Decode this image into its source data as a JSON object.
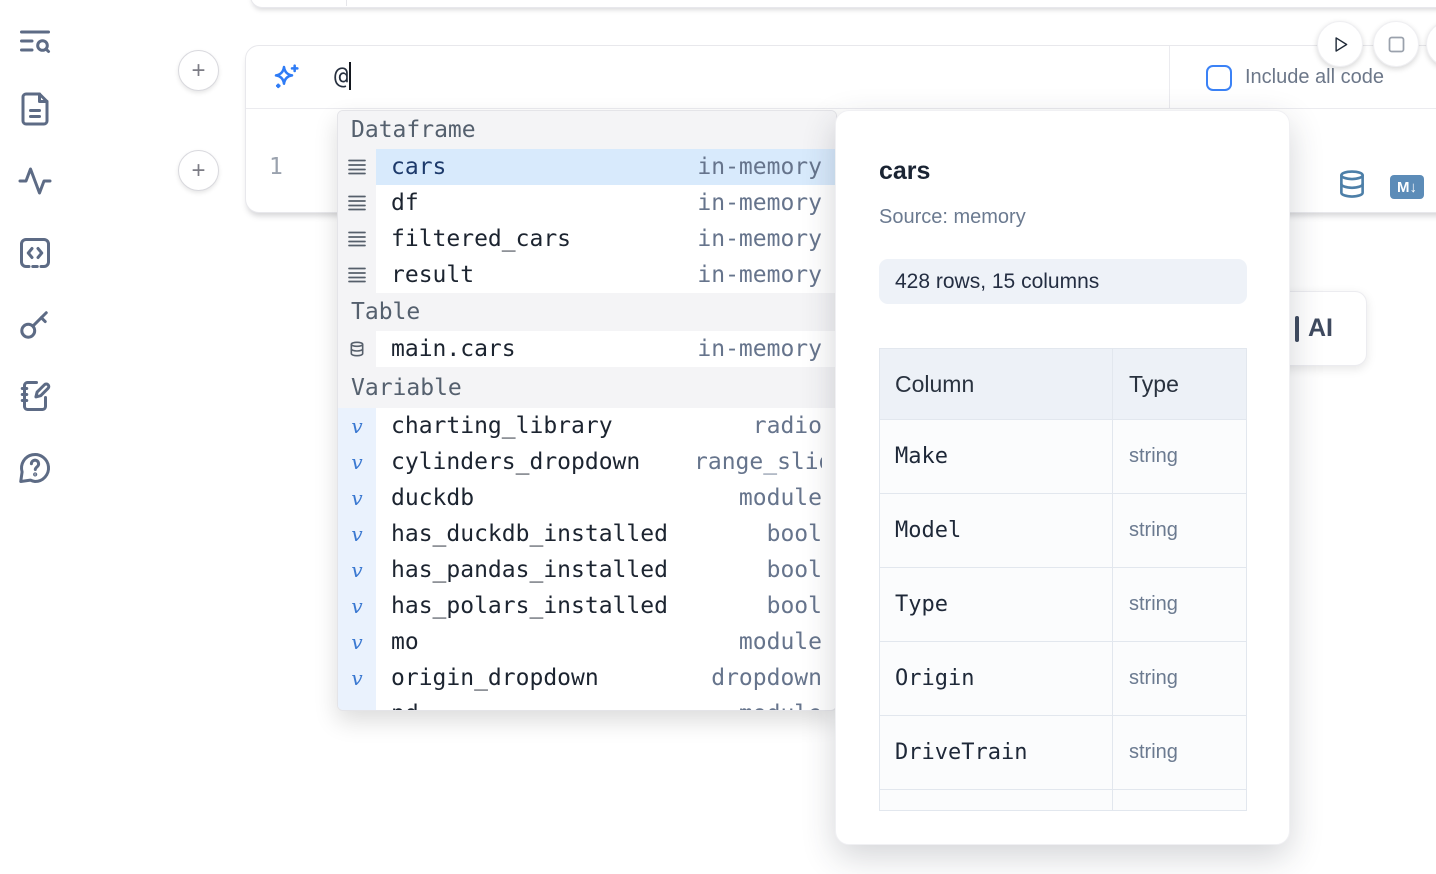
{
  "colors": {
    "accent_blue": "#3b82f6",
    "sparkle_blue": "#2f7cf6",
    "steel_blue_icon": "#4d7fa8",
    "selected_row_bg": "#d8eafc",
    "section_header_bg": "#f4f4f6",
    "variable_gutter_bg": "#eaf2fd",
    "badge_bg": "#eef2f8"
  },
  "sidebar": {
    "icons": [
      {
        "name": "text-search-icon"
      },
      {
        "name": "file-text-icon"
      },
      {
        "name": "activity-icon"
      },
      {
        "name": "scratchpad-code-icon"
      },
      {
        "name": "key-icon"
      },
      {
        "name": "notebook-pen-icon"
      },
      {
        "name": "help-chat-icon"
      }
    ]
  },
  "cell_controls": {
    "add_cell_above": "+",
    "add_cell_below": "+",
    "run_icon": "play-icon",
    "stop_icon": "stop-icon"
  },
  "ai_input": {
    "value": "@",
    "include_all_code_label": "Include all code",
    "include_all_code_checked": false,
    "sparkle_icon": "sparkles-ai-icon"
  },
  "editor": {
    "line_number": "1",
    "datasource_icon": "database-icon",
    "markdown_badge": "M↓"
  },
  "autocomplete": {
    "sections": [
      {
        "label": "Dataframe",
        "items": [
          {
            "name": "cars",
            "type": "in-memory",
            "selected": true
          },
          {
            "name": "df",
            "type": "in-memory"
          },
          {
            "name": "filtered_cars",
            "type": "in-memory"
          },
          {
            "name": "result",
            "type": "in-memory"
          }
        ]
      },
      {
        "label": "Table",
        "items": [
          {
            "name": "main.cars",
            "type": "in-memory"
          }
        ]
      },
      {
        "label": "Variable",
        "items": [
          {
            "name": "charting_library",
            "type": "radio"
          },
          {
            "name": "cylinders_dropdown",
            "type": "range_slider"
          },
          {
            "name": "duckdb",
            "type": "module"
          },
          {
            "name": "has_duckdb_installed",
            "type": "bool"
          },
          {
            "name": "has_pandas_installed",
            "type": "bool"
          },
          {
            "name": "has_polars_installed",
            "type": "bool"
          },
          {
            "name": "mo",
            "type": "module"
          },
          {
            "name": "origin_dropdown",
            "type": "dropdown"
          },
          {
            "name": "pd",
            "type": "module"
          }
        ]
      }
    ]
  },
  "preview": {
    "title": "cars",
    "source_label": "Source: memory",
    "shape_badge": "428 rows, 15 columns",
    "table": {
      "headers": [
        "Column",
        "Type"
      ],
      "rows": [
        {
          "column": "Make",
          "type": "string"
        },
        {
          "column": "Model",
          "type": "string"
        },
        {
          "column": "Type",
          "type": "string"
        },
        {
          "column": "Origin",
          "type": "string"
        },
        {
          "column": "DriveTrain",
          "type": "string"
        },
        {
          "column": "",
          "type": ""
        }
      ]
    }
  },
  "partial_ai_button": {
    "label": "AI"
  }
}
